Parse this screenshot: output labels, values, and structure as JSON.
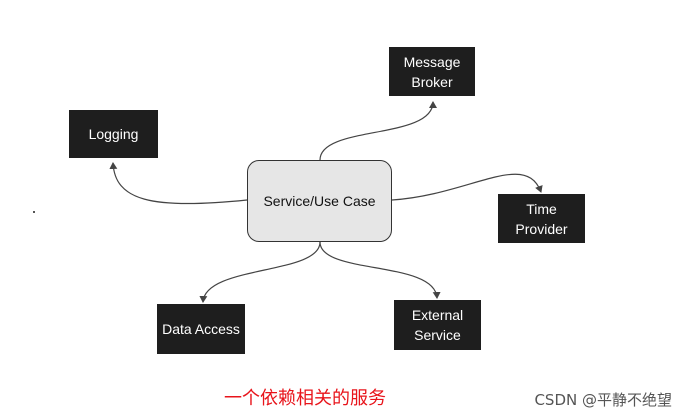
{
  "nodes": {
    "center": "Service/Use Case",
    "message_broker": "Message\nBroker",
    "logging": "Logging",
    "time_provider": "Time\nProvider",
    "data_access": "Data Access",
    "external_service": "External\nService"
  },
  "caption": "一个依赖相关的服务",
  "watermark": "CSDN @平静不绝望",
  "colors": {
    "dark_node": "#1e1e1e",
    "center_fill": "#e6e6e6",
    "caption": "#e8141b",
    "edge": "#444444"
  }
}
